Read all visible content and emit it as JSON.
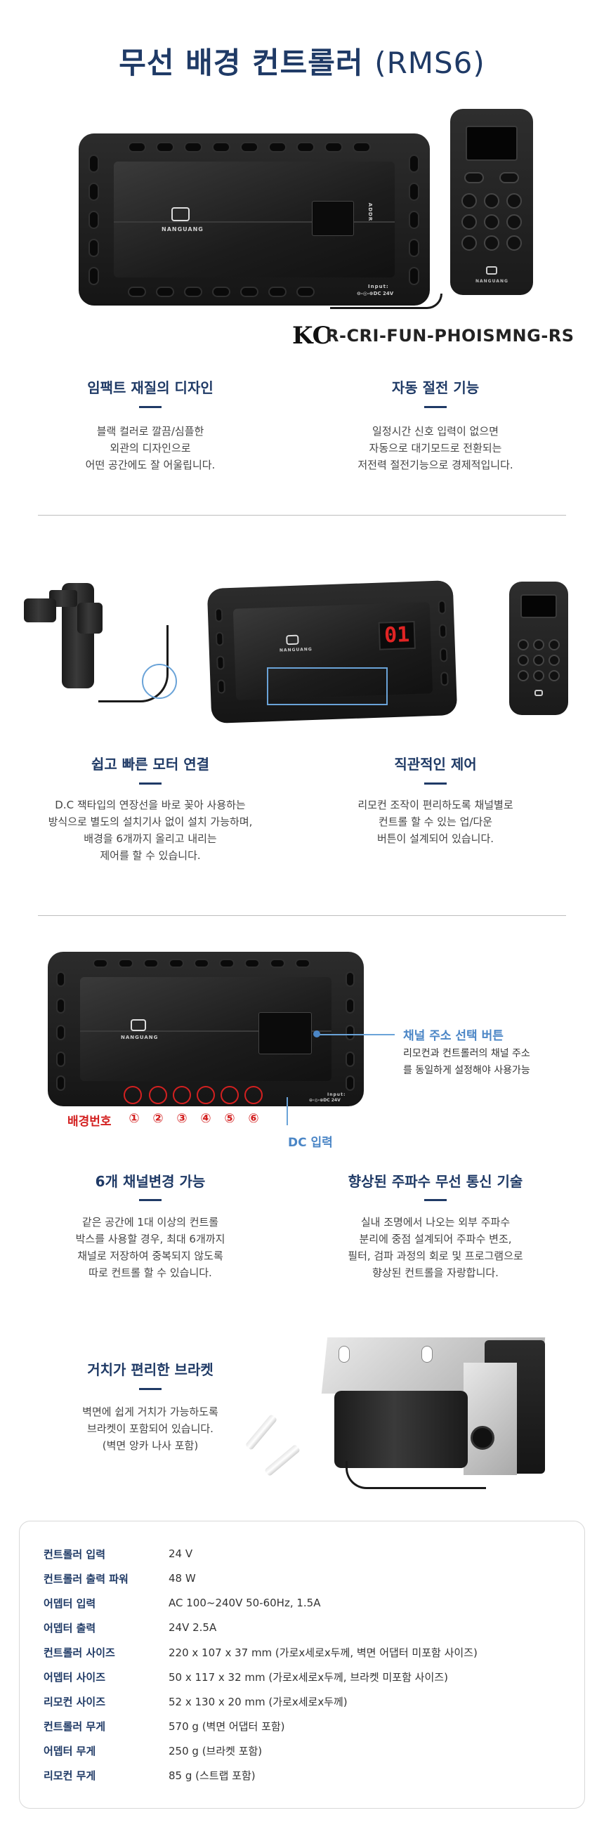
{
  "header": {
    "title": "무선 배경 컨트롤러",
    "model": "(RMS6)"
  },
  "product": {
    "brand": "NANGUANG",
    "input_label": "Input:",
    "input_value": "⊖-◎-⊕DC 24V",
    "display_value": "01",
    "panel_text": "ADDR"
  },
  "certification": {
    "mark": "KC",
    "code": "R-CRI-FUN-PHOISMNG-RS"
  },
  "features": [
    {
      "title": "임팩트 재질의 디자인",
      "desc": "블랙 컬러로 깔끔/심플한\n외관의 디자인으로\n어떤 공간에도 잘 어울립니다."
    },
    {
      "title": "자동 절전 기능",
      "desc": "일정시간 신호 입력이 없으면\n자동으로 대기모드로 전환되는\n저전력 절전기능으로 경제적입니다."
    },
    {
      "title": "쉽고 빠른 모터 연결",
      "desc": "D.C 잭타입의 연장선을 바로 꽂아 사용하는\n방식으로 별도의 설치기사 없이 설치 가능하며,\n배경을 6개까지 올리고 내리는\n제어를 할 수 있습니다."
    },
    {
      "title": "직관적인 제어",
      "desc": "리모컨 조작이 편리하도록 채널별로\n컨트롤 할 수 있는 업/다운\n버튼이 설계되어 있습니다."
    },
    {
      "title": "6개 채널변경 가능",
      "desc": "같은 공간에 1대 이상의 컨트롤\n박스를 사용할 경우, 최대 6개까지\n채널로 저장하여 중복되지 않도록\n따로 컨트롤 할 수 있습니다."
    },
    {
      "title": "향상된 주파수 무선 통신 기술",
      "desc": "실내 조명에서 나오는 외부 주파수\n분리에 중점 설계되어 주파수 변조,\n필터, 검파 과정의 회로 및 프로그램으로\n향상된 컨트롤을 자랑합니다."
    },
    {
      "title": "거치가 편리한 브라켓",
      "desc": "벽면에 쉽게 거치가 가능하도록\n브라켓이 포함되어 있습니다.\n(벽면 앙카 나사 포함)"
    }
  ],
  "diagram": {
    "channel_label": "배경번호",
    "channels": [
      "①",
      "②",
      "③",
      "④",
      "⑤",
      "⑥"
    ],
    "button_callout_title": "채널 주소 선택 버튼",
    "button_callout_desc": "리모컨과 컨트롤러의 채널 주소\n를 동일하게 설정해야 사용가능",
    "dc_label": "DC 입력"
  },
  "specs": [
    {
      "key": "컨트롤러 입력",
      "value": "24 V"
    },
    {
      "key": "컨트롤러 출력 파워",
      "value": "48 W"
    },
    {
      "key": "어뎁터 입력",
      "value": "AC 100~240V 50-60Hz, 1.5A"
    },
    {
      "key": "어뎁터 출력",
      "value": "24V 2.5A"
    },
    {
      "key": "컨트롤러 사이즈",
      "value": "220 x 107 x 37 mm (가로x세로x두께, 벽면 어댑터 미포함 사이즈)"
    },
    {
      "key": "어뎁터 사이즈",
      "value": "50 x 117 x 32 mm (가로x세로x두께, 브라켓 미포함 사이즈)"
    },
    {
      "key": "리모컨 사이즈",
      "value": "52 x 130 x 20 mm (가로x세로x두께)"
    },
    {
      "key": "컨트롤러 무게",
      "value": "570 g (벽면 어댑터 포함)"
    },
    {
      "key": "어뎁터 무게",
      "value": "250 g (브라켓 포함)"
    },
    {
      "key": "리모컨 무게",
      "value": "85 g (스트랩 포함)"
    }
  ]
}
